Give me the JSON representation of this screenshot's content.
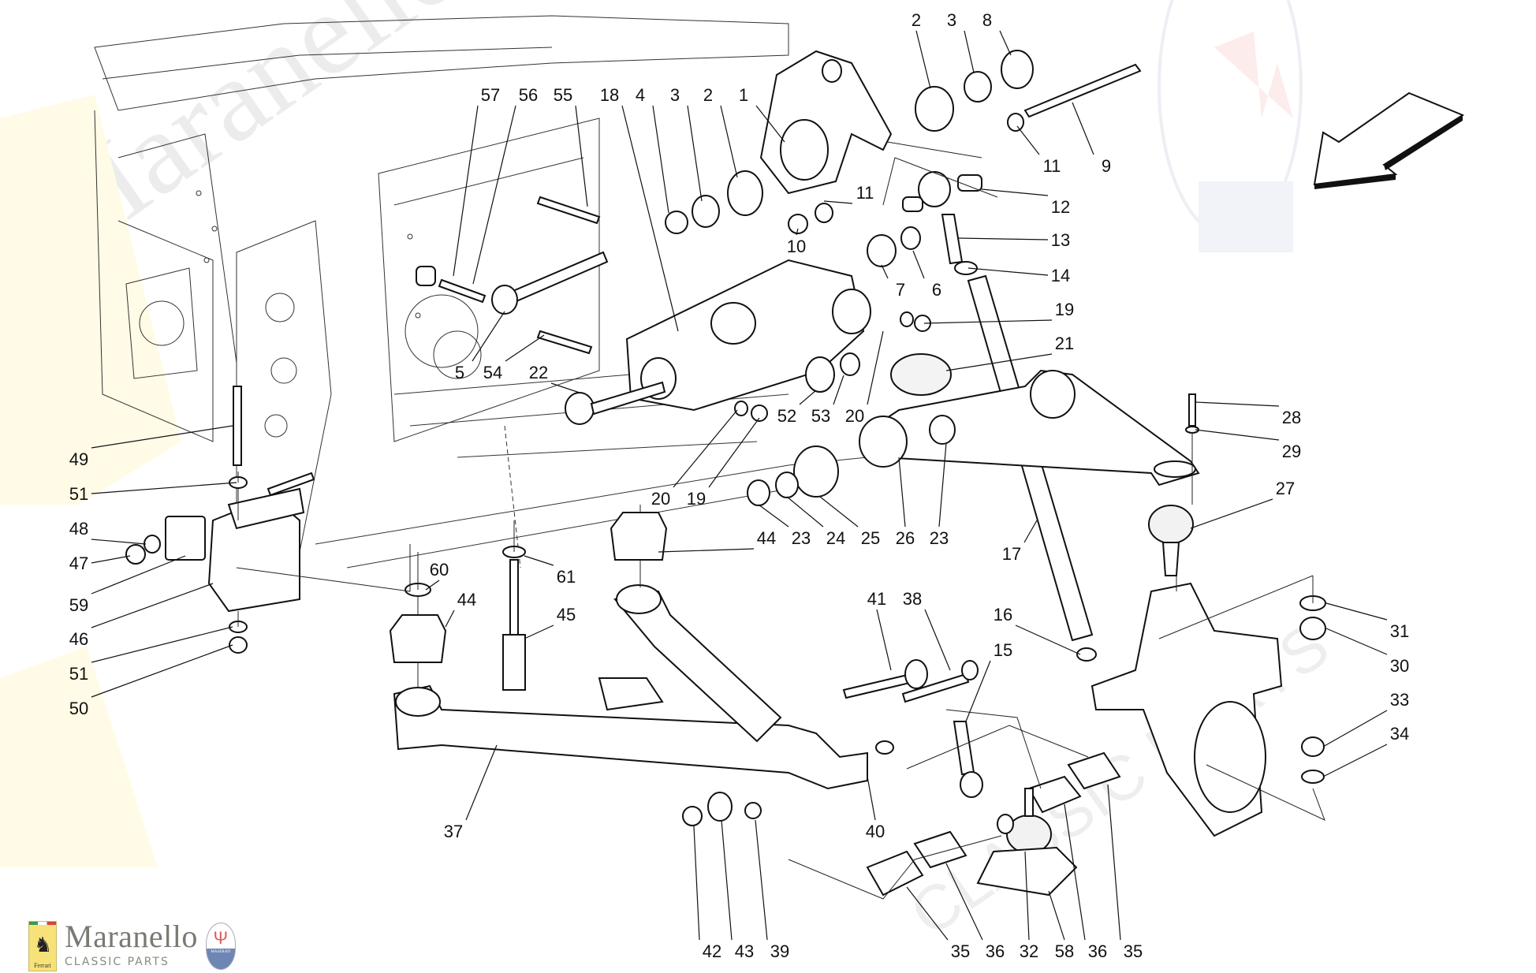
{
  "diagram": {
    "title": "Front Suspension Exploded Parts Diagram",
    "callouts": {
      "top_row": [
        "57",
        "56",
        "55",
        "18",
        "4",
        "3",
        "2",
        "1"
      ],
      "top_right": [
        "2",
        "3",
        "8",
        "11",
        "9"
      ],
      "upper_mid": [
        "11",
        "10",
        "12",
        "13",
        "14",
        "7",
        "6",
        "19",
        "21"
      ],
      "mid_left": [
        "5",
        "54",
        "22"
      ],
      "mid_center": [
        "52",
        "53",
        "20",
        "20",
        "19"
      ],
      "mid_right": [
        "28",
        "29",
        "27"
      ],
      "arm_row": [
        "23",
        "24",
        "25",
        "26",
        "23"
      ],
      "left_column": [
        "49",
        "51",
        "48",
        "47",
        "59",
        "46",
        "51",
        "50"
      ],
      "lower_center": [
        "44",
        "60",
        "44",
        "61",
        "45"
      ],
      "lower_right": [
        "41",
        "38",
        "16",
        "15",
        "17",
        "31",
        "30",
        "33",
        "34"
      ],
      "bottom_row_left": [
        "37",
        "40",
        "42",
        "43",
        "39"
      ],
      "bottom_row_right": [
        "35",
        "36",
        "32",
        "58",
        "36",
        "35"
      ]
    },
    "direction_arrow": "front-direction-arrow"
  },
  "branding": {
    "title": "Maranello",
    "subtitle": "CLASSIC PARTS",
    "ferrari_badge_text": "Ferrari",
    "maserati_badge_text": "MASERATI",
    "watermark_text": [
      "Maranello",
      "CLASSIC PARTS"
    ]
  },
  "colors": {
    "line": "#111111",
    "label": "#111111",
    "watermark_grey": "#e6e6e6",
    "ferrari_yellow": "#f7e27a",
    "maserati_red": "#e05a5a",
    "maserati_blue": "#6d86b4"
  }
}
